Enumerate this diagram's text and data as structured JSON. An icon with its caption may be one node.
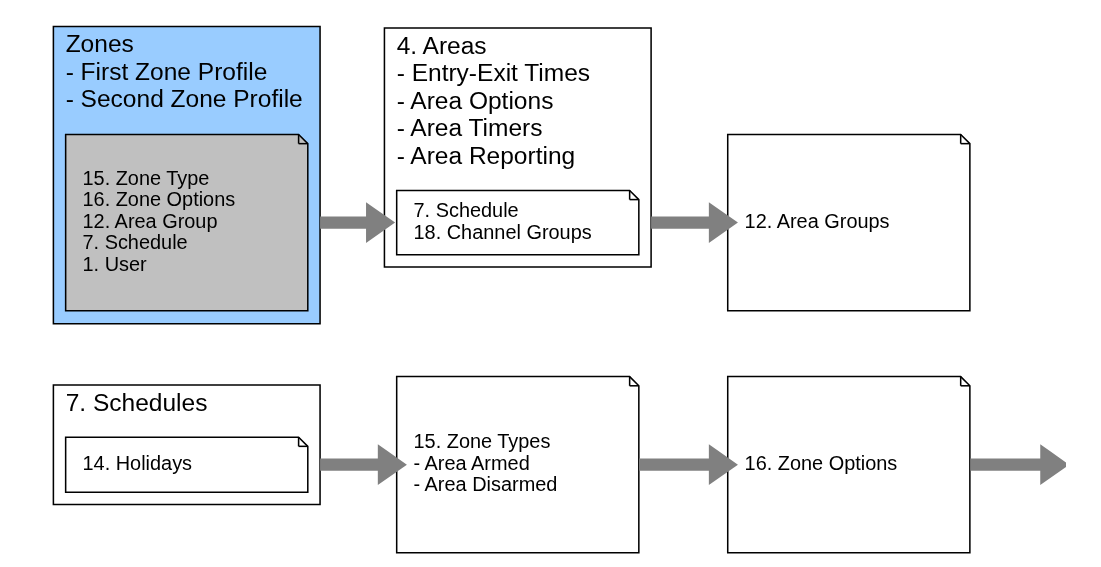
{
  "diagram": {
    "nodes": [
      {
        "text": [
          "7. Schedules"
        ]
      },
      {
        "text": [
          "14. Holidays"
        ],
        "in": 0
      },
      {
        "text": [
          "15. Zone Types",
          "- Area Armed",
          "- Area Disarmed"
        ]
      },
      {
        "text": [
          "16. Zone Options"
        ]
      },
      {
        "text": [
          "Zones",
          "- First Zone Profile",
          "- Second Zone Profile"
        ]
      },
      {
        "text": [
          "15. Zone Type",
          "16. Zone Options",
          "12. Area Group",
          "7. Schedule",
          "1. User"
        ],
        "in": 4
      },
      {
        "text": [
          "4. Areas",
          "- Entry-Exit Times",
          "- Area Options",
          "- Area Timers",
          "- Area Reporting"
        ]
      },
      {
        "text": [
          "7. Schedule",
          "18. Channel Groups"
        ],
        "in": 6
      },
      {
        "text": [
          "12. Area Groups"
        ]
      }
    ],
    "edges": [
      {
        "from": 0,
        "to": 2,
        "arrow": "to"
      },
      {
        "from": 2,
        "to": 3,
        "arrow": "to"
      },
      {
        "from": 3,
        "to": null,
        "arrow": "to"
      },
      {
        "from": 4,
        "to": 6,
        "arrow": "to"
      },
      {
        "from": 6,
        "to": 8,
        "arrow": "to"
      }
    ]
  }
}
